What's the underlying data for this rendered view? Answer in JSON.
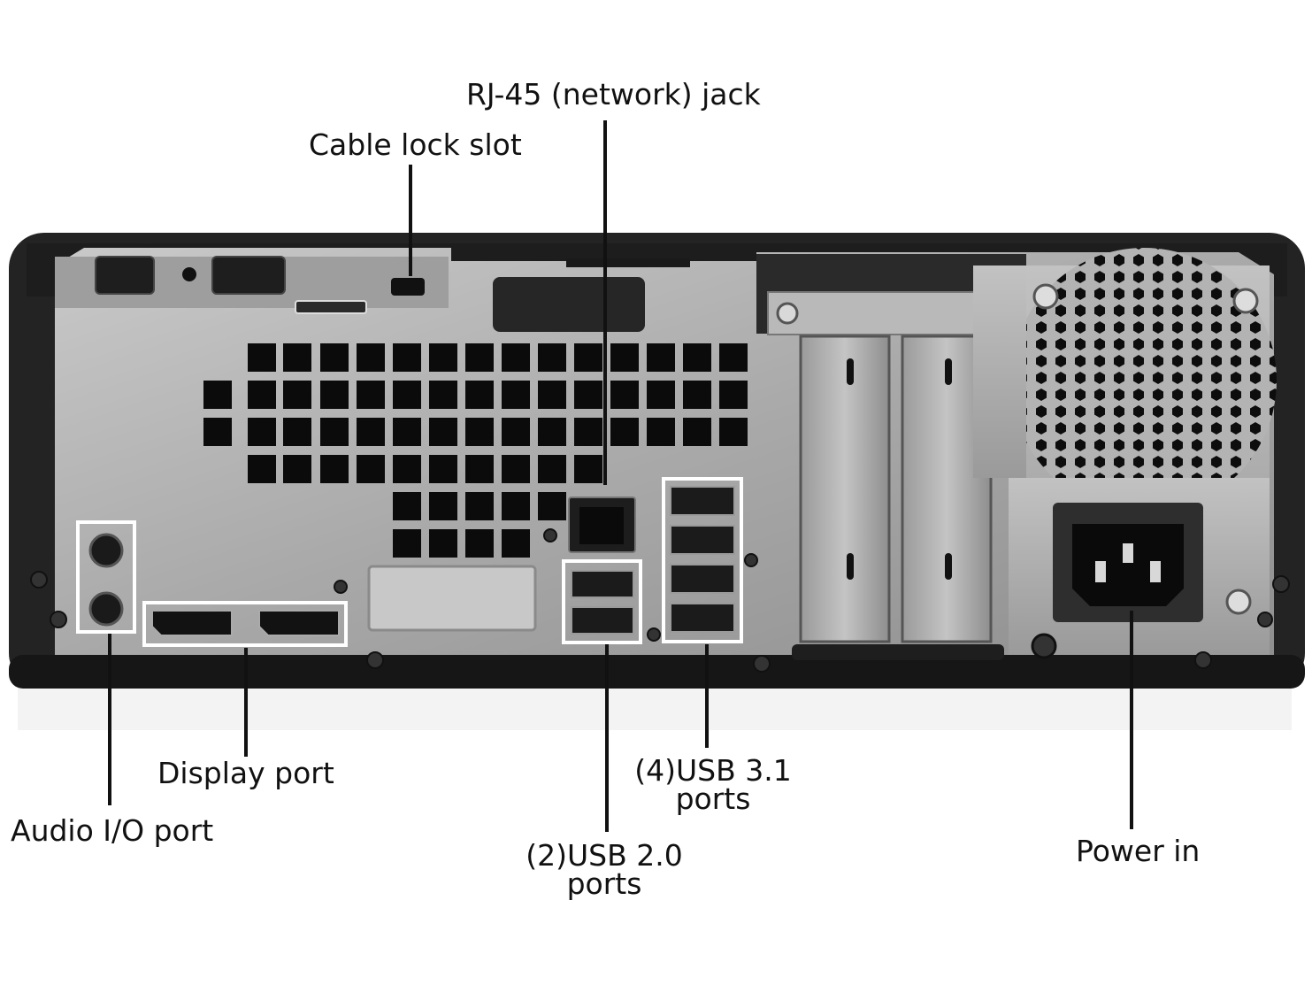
{
  "diagram": {
    "subject": "Rear panel of a small form factor desktop computer",
    "labels": {
      "rj45": "RJ-45 (network) jack",
      "cable_lock": "Cable lock slot",
      "display_port": "Display port",
      "audio_io": "Audio I/O port",
      "usb31_line1": "(4)USB 3.1",
      "usb31_line2": "ports",
      "usb20_line1": "(2)USB 2.0",
      "usb20_line2": "ports",
      "power_in": "Power in"
    },
    "colors": {
      "chassis": "#232323",
      "panel": "#a7a7a7",
      "vent": "#0b0b0b",
      "callout_line": "#111111"
    }
  }
}
